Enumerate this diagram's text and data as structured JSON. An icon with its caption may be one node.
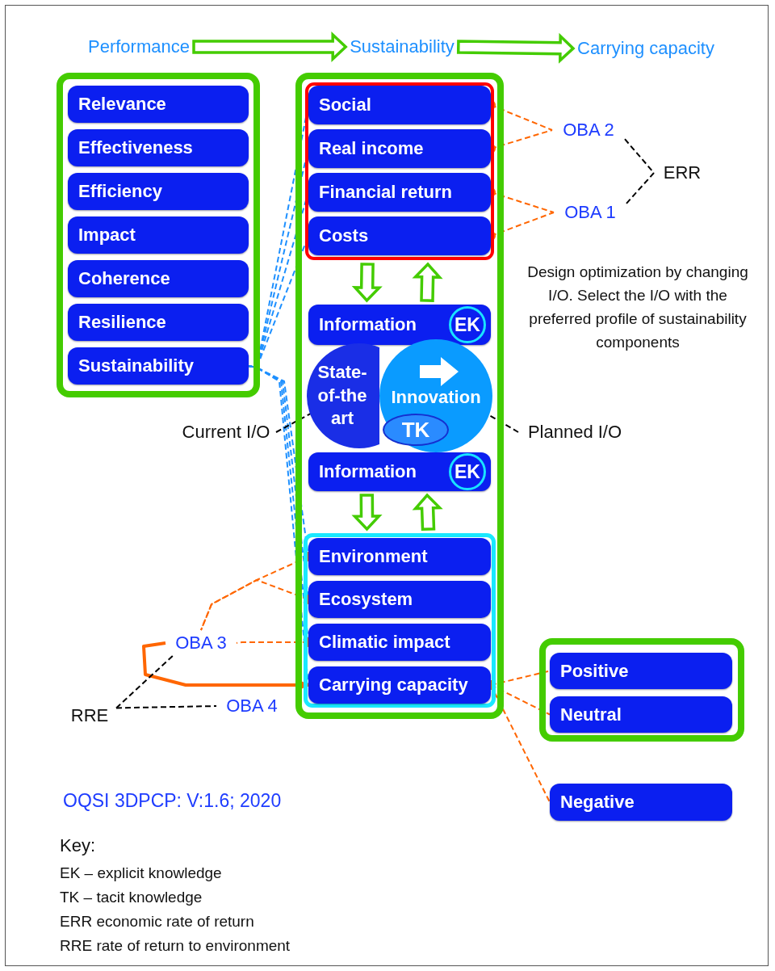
{
  "diagram": {
    "nodes": [
      {
        "text": [
          "Performance"
        ]
      },
      {
        "text": [
          "Sustainability"
        ]
      },
      {
        "text": [
          "Carrying capacity"
        ]
      },
      {
        "text": [],
        "shape": "box"
      },
      {
        "text": [
          "Relevance"
        ],
        "in": 3
      },
      {
        "text": [
          "Effectiveness"
        ],
        "in": 3
      },
      {
        "text": [
          "Efficiency"
        ],
        "in": 3
      },
      {
        "text": [
          "Impact"
        ],
        "in": 3
      },
      {
        "text": [
          "Coherence"
        ],
        "in": 3
      },
      {
        "text": [
          "Resilience"
        ],
        "in": 3
      },
      {
        "text": [
          "Sustainability"
        ],
        "in": 3
      },
      {
        "text": [],
        "shape": "box"
      },
      {
        "text": [],
        "shape": "box",
        "in": 11
      },
      {
        "text": [
          "Social"
        ],
        "in": 12
      },
      {
        "text": [
          "Real income"
        ],
        "in": 12
      },
      {
        "text": [
          "Financial return"
        ],
        "in": 12
      },
      {
        "text": [
          "Costs"
        ],
        "in": 12
      },
      {
        "text": [
          "Information",
          "EK"
        ],
        "in": 11
      },
      {
        "text": [
          "State-of-the art"
        ],
        "in": 11
      },
      {
        "text": [
          "Innovation",
          "TK"
        ],
        "in": 11
      },
      {
        "text": [
          "Information",
          "EK"
        ],
        "in": 11
      },
      {
        "text": [],
        "shape": "box",
        "in": 11
      },
      {
        "text": [
          "Environment"
        ],
        "in": 21
      },
      {
        "text": [
          "Ecosystem"
        ],
        "in": 21
      },
      {
        "text": [
          "Climatic impact"
        ],
        "in": 21
      },
      {
        "text": [
          "Carrying capacity"
        ],
        "in": 21
      },
      {
        "text": [],
        "shape": "box"
      },
      {
        "text": [
          "Positive"
        ],
        "in": 26
      },
      {
        "text": [
          "Neutral"
        ],
        "in": 26
      },
      {
        "text": [
          "Negative"
        ]
      },
      {
        "text": [
          "OBA 2"
        ]
      },
      {
        "text": [
          "OBA 1"
        ]
      },
      {
        "text": [
          "ERR"
        ]
      },
      {
        "text": [
          "OBA 3"
        ]
      },
      {
        "text": [
          "OBA 4"
        ]
      },
      {
        "text": [
          "RRE"
        ]
      },
      {
        "text": [
          "Current I/O"
        ]
      },
      {
        "text": [
          "Planned I/O"
        ]
      }
    ],
    "edges": [
      {
        "from": 0,
        "to": 1,
        "arrow": "to",
        "color": "#44cc00"
      },
      {
        "from": 1,
        "to": 2,
        "arrow": "to",
        "color": "#44cc00"
      },
      {
        "from": 12,
        "to": 17,
        "arrow": "to",
        "color": "#44cc00"
      },
      {
        "from": 17,
        "to": 12,
        "arrow": "to",
        "color": "#44cc00"
      },
      {
        "from": 20,
        "to": 21,
        "arrow": "to",
        "color": "#44cc00"
      },
      {
        "from": 21,
        "to": 20,
        "arrow": "to",
        "color": "#44cc00"
      },
      {
        "from": 10,
        "to": 13,
        "arrow": "none",
        "style": "dashed",
        "color": "#1e90ff"
      },
      {
        "from": 10,
        "to": 14,
        "arrow": "none",
        "style": "dashed",
        "color": "#1e90ff"
      },
      {
        "from": 10,
        "to": 15,
        "arrow": "none",
        "style": "dashed",
        "color": "#1e90ff"
      },
      {
        "from": 10,
        "to": 16,
        "arrow": "none",
        "style": "dashed",
        "color": "#1e90ff"
      },
      {
        "from": 10,
        "to": 22,
        "arrow": "none",
        "style": "dashed",
        "color": "#1e90ff"
      },
      {
        "from": 10,
        "to": 23,
        "arrow": "none",
        "style": "dashed",
        "color": "#1e90ff"
      },
      {
        "from": 10,
        "to": 24,
        "arrow": "none",
        "style": "dashed",
        "color": "#1e90ff"
      },
      {
        "from": 10,
        "to": 25,
        "arrow": "none",
        "style": "dashed",
        "color": "#1e90ff"
      },
      {
        "from": 13,
        "to": 30,
        "arrow": "other",
        "style": "dashed"
      },
      {
        "from": 14,
        "to": 30,
        "arrow": "other",
        "style": "dashed"
      },
      {
        "from": 15,
        "to": 31,
        "arrow": "other",
        "style": "dashed"
      },
      {
        "from": 16,
        "to": 31,
        "arrow": "other",
        "style": "dashed"
      },
      {
        "from": 30,
        "to": 32,
        "arrow": "none",
        "style": "dashed",
        "color": "#000000"
      },
      {
        "from": 31,
        "to": 32,
        "arrow": "none",
        "style": "dashed",
        "color": "#000000"
      },
      {
        "from": 22,
        "to": 33,
        "arrow": "other",
        "style": "dashed"
      },
      {
        "from": 23,
        "to": 33,
        "arrow": "other",
        "style": "dashed"
      },
      {
        "from": 24,
        "to": 33,
        "arrow": "other",
        "style": "dashed"
      },
      {
        "from": 33,
        "to": 25,
        "arrow": "to",
        "style": "thick"
      },
      {
        "from": 35,
        "to": 33,
        "arrow": "none",
        "style": "dashed",
        "color": "#000000"
      },
      {
        "from": 35,
        "to": 34,
        "arrow": "none",
        "style": "dashed",
        "color": "#000000"
      },
      {
        "from": 25,
        "to": 27,
        "arrow": "other",
        "style": "dashed"
      },
      {
        "from": 25,
        "to": 28,
        "arrow": "other",
        "style": "dashed"
      },
      {
        "from": 25,
        "to": 29,
        "arrow": "other",
        "style": "dashed"
      },
      {
        "from": 36,
        "to": 18,
        "arrow": "none",
        "style": "dashed",
        "color": "#000000"
      },
      {
        "from": 37,
        "to": 19,
        "arrow": "none",
        "style": "dashed",
        "color": "#000000"
      }
    ],
    "labels": [
      "Design optimization by changing I/O. Select the I/O with the preferred profile of sustainability components",
      "OQSI 3DPCP: V:1.6; 2020",
      "Key:",
      "EK – explicit knowledge",
      "TK – tacit knowledge",
      "ERR economic rate of return",
      "RRE rate of return to environment"
    ]
  }
}
